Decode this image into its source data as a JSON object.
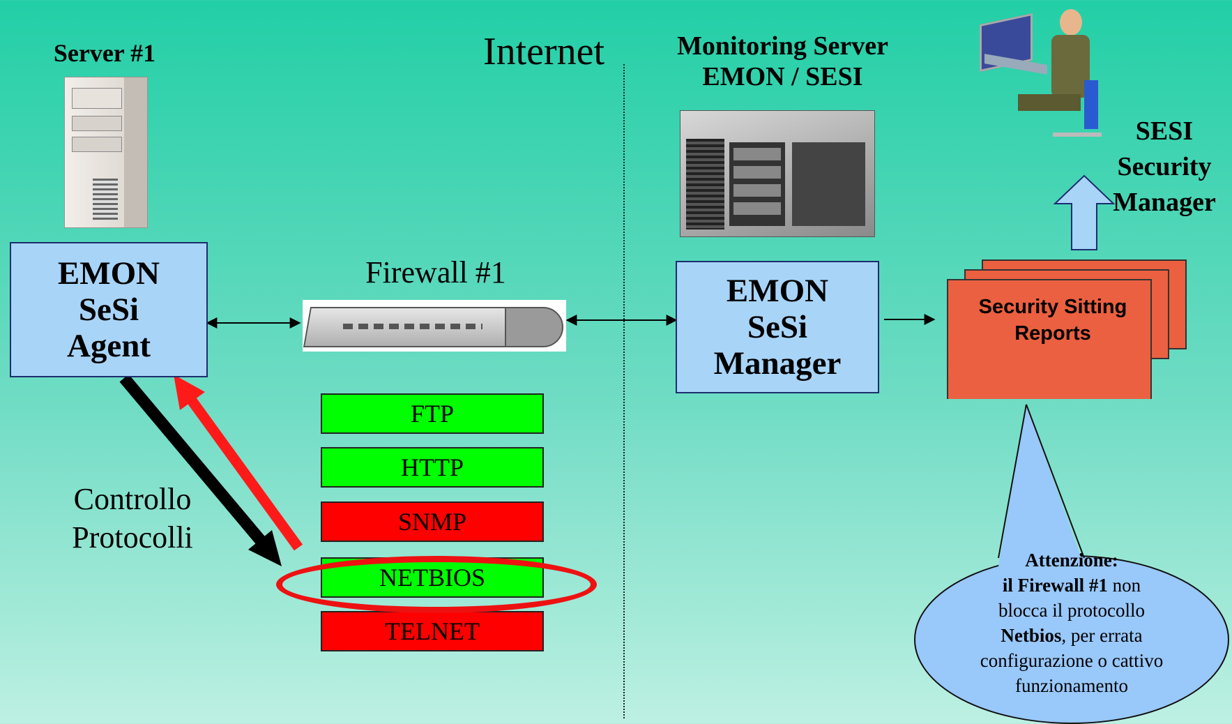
{
  "labels": {
    "server1": "Server #1",
    "internet": "Internet",
    "monitoring": "Monitoring Server\nEMON / SESI",
    "firewall": "Firewall #1",
    "sesi_manager": "SESI\nSecurity\nManager",
    "controllo": "Controllo\nProtocolli"
  },
  "boxes": {
    "agent": "EMON\nSeSi\nAgent",
    "manager": "EMON\nSeSi\nManager",
    "reports": "Security Sitting\nReports"
  },
  "protocols": [
    {
      "name": "FTP",
      "status": "allowed",
      "color": "#00ff00"
    },
    {
      "name": "HTTP",
      "status": "allowed",
      "color": "#00ff00"
    },
    {
      "name": "SNMP",
      "status": "blocked",
      "color": "#ff0000"
    },
    {
      "name": "NETBIOS",
      "status": "allowed",
      "color": "#00ff00"
    },
    {
      "name": "TELNET",
      "status": "blocked",
      "color": "#ff0000"
    }
  ],
  "callout": {
    "attenzione": "Attenzione:",
    "firewall_bold": "il Firewall #1",
    "non": " non",
    "blocca": "blocca il protocollo",
    "netbios_bold": "Netbios",
    "rest1": ", per errata",
    "rest2": "configurazione o cattivo",
    "rest3": "funzionamento"
  },
  "colors": {
    "box_blue": "#a8d4f8",
    "reports_orange": "#eb6040",
    "callout_blue": "#99c8fa",
    "highlight_red": "#ee1111"
  }
}
